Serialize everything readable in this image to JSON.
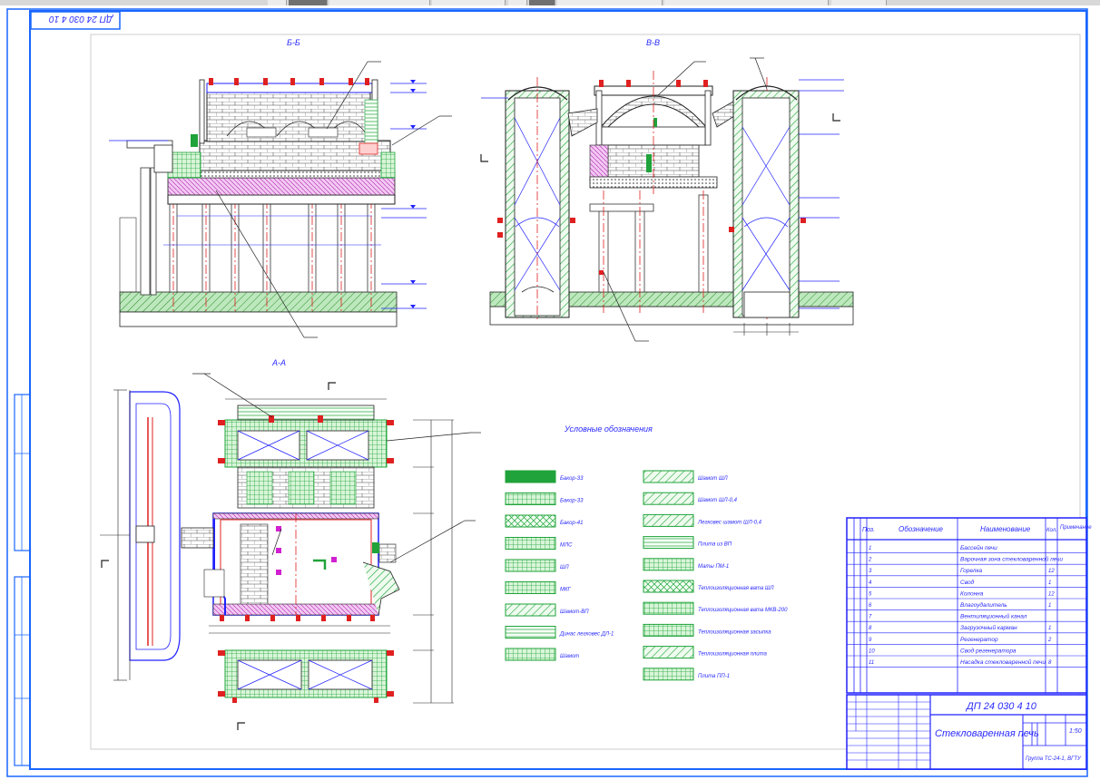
{
  "stamp": "ДП 24 030 4 10",
  "views": {
    "section_bb": "Б-Б",
    "section_vv": "В-В",
    "section_aa": "А-А"
  },
  "legend_title": "Условные обозначения",
  "legend_left": [
    "Бакор-33",
    "Бакор-33",
    "Бакор-41",
    "МЛС",
    "ШЛ",
    "МКГ",
    "Шамот-ВП",
    "Динас легковес ДЛ-1",
    "Шамот"
  ],
  "legend_right": [
    "Шамот ШЛ",
    "Шамот ШЛ-0,4",
    "Легковес шамот ШЛ-0,4",
    "Плита из ВП",
    "Маты ПМ-1",
    "Теплоизоляционная вата ШЛ",
    "Теплоизоляционная вата МКВ-200",
    "Теплоизоляционная засыпка",
    "Теплоизоляционная плита",
    "Плита ПП-1"
  ],
  "spec": {
    "headers": [
      "Поз.",
      "Обозначение",
      "Наименование",
      "Кол.",
      "Примечание"
    ],
    "rows": [
      {
        "pos": "1",
        "name": "Бассейн печи",
        "qty": ""
      },
      {
        "pos": "2",
        "name": "Варочная зона стекловаренной печи",
        "qty": ""
      },
      {
        "pos": "3",
        "name": "Горелка",
        "qty": "12"
      },
      {
        "pos": "4",
        "name": "Свод",
        "qty": "1"
      },
      {
        "pos": "5",
        "name": "Колонна",
        "qty": "12"
      },
      {
        "pos": "6",
        "name": "Влагоудалитель",
        "qty": "1"
      },
      {
        "pos": "7",
        "name": "Вентиляционный канал",
        "qty": ""
      },
      {
        "pos": "8",
        "name": "Загрузочный карман",
        "qty": "1"
      },
      {
        "pos": "9",
        "name": "Регенератор",
        "qty": "2"
      },
      {
        "pos": "10",
        "name": "Свод регенератора",
        "qty": ""
      },
      {
        "pos": "11",
        "name": "Насадка стекловаренной печи",
        "qty": "8"
      }
    ]
  },
  "title_block": {
    "designation": "ДП 24 030 4 10",
    "title": "Стекловаренная печь",
    "scale": "1:50",
    "org": "Группа ТС-24-1, ВГТУ"
  },
  "colors": {
    "frame": "#1a66ff",
    "line": "#2020ff",
    "green": "#1fa33a",
    "red": "#e02020",
    "magenta": "#d020d0",
    "dark": "#222222"
  }
}
